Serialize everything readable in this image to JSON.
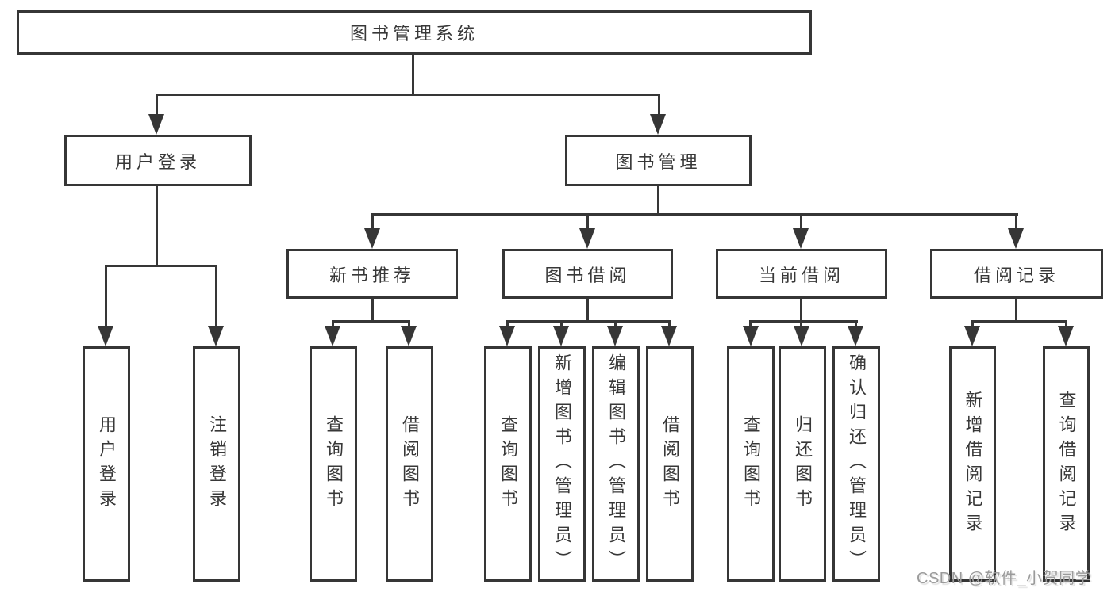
{
  "tree": {
    "root": {
      "label": "图书管理系统"
    },
    "children": [
      {
        "label": "用户登录",
        "children": [
          {
            "label": "用户登录"
          },
          {
            "label": "注销登录"
          }
        ]
      },
      {
        "label": "图书管理",
        "children": [
          {
            "label": "新书推荐",
            "children": [
              {
                "label": "查询图书"
              },
              {
                "label": "借阅图书"
              }
            ]
          },
          {
            "label": "图书借阅",
            "children": [
              {
                "label": "查询图书"
              },
              {
                "label": "新增图书（管理员）"
              },
              {
                "label": "编辑图书（管理员）"
              },
              {
                "label": "借阅图书"
              }
            ]
          },
          {
            "label": "当前借阅",
            "children": [
              {
                "label": "查询图书"
              },
              {
                "label": "归还图书"
              },
              {
                "label": "确认归还（管理员）"
              }
            ]
          },
          {
            "label": "借阅记录",
            "children": [
              {
                "label": "新增借阅记录"
              },
              {
                "label": "查询借阅记录"
              }
            ]
          }
        ]
      }
    ]
  },
  "watermark": {
    "text": "CSDN @软件_小贺同学"
  },
  "colors": {
    "line": "#363636",
    "text": "#383838",
    "box_fill": "#ffffff",
    "background": "#ffffff",
    "watermark": "#9b9b9b"
  }
}
